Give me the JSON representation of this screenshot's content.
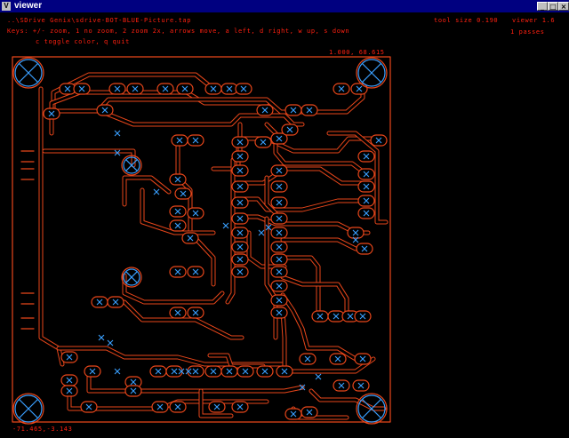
{
  "window": {
    "title": "viewer",
    "app_icon_glyph": "V",
    "minimize_glyph": "_",
    "maximize_glyph": "□",
    "close_glyph": "×"
  },
  "hud": {
    "file_path": "..\\SDrive Genix\\sdrive-BOT-BLUE-Picture.tap",
    "keys_line_1": "Keys: +/- zoom, 1 no zoom, 2 zoom 2x, arrows move, a left, d right, w up, s down",
    "keys_line_2": "c toggle color, q quit",
    "tool_size": "tool size 0.190",
    "viewer_version": "viewer 1.6",
    "passes": "1 passes",
    "top_right_coord": "1.000, 68.615",
    "bottom_left_coord": "-71.465,-3.143"
  },
  "colors": {
    "trace": "#e8461a",
    "marker": "#3aa0ff",
    "hud_text": "#ff2010",
    "background": "#000000"
  },
  "icons": [
    "window-app-icon",
    "minimize-icon",
    "maximize-icon",
    "close-icon",
    "mounting-hole-icon",
    "drill-point-icon"
  ]
}
